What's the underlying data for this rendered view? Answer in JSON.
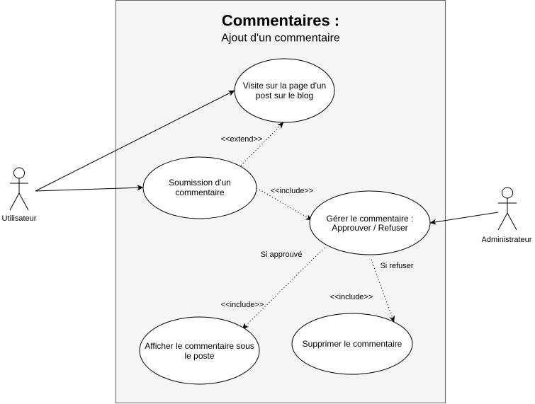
{
  "diagram": {
    "title": "Commentaires :",
    "subtitle": "Ajout d'un commentaire"
  },
  "actors": {
    "user": {
      "label": "Utilisateur"
    },
    "admin": {
      "label": "Administrateur"
    }
  },
  "use_cases": {
    "visit": {
      "lines": [
        "Visite sur la page d'un",
        "post sur le blog"
      ]
    },
    "submit": {
      "lines": [
        "Soumission d'un",
        "commentaire"
      ]
    },
    "manage": {
      "lines": [
        "Gérer le commentaire :",
        "Approuver / Refuser"
      ]
    },
    "display": {
      "lines": [
        "Afficher le commentaire sous",
        "le poste"
      ]
    },
    "delete": {
      "lines": [
        "Supprimer le commentaire"
      ]
    }
  },
  "relations": {
    "submit_visit": {
      "stereotype": "<<extend>>"
    },
    "submit_manage": {
      "stereotype": "<<include>>"
    },
    "manage_display": {
      "condition": "Si approuvé",
      "stereotype": "<<include>>"
    },
    "manage_delete": {
      "condition": "Si refuser",
      "stereotype": "<<include>>"
    }
  },
  "colors": {
    "boundary_fill": "#f5f5f5",
    "boundary_stroke": "#666666",
    "ink": "#000000",
    "shape_fill": "#ffffff"
  }
}
